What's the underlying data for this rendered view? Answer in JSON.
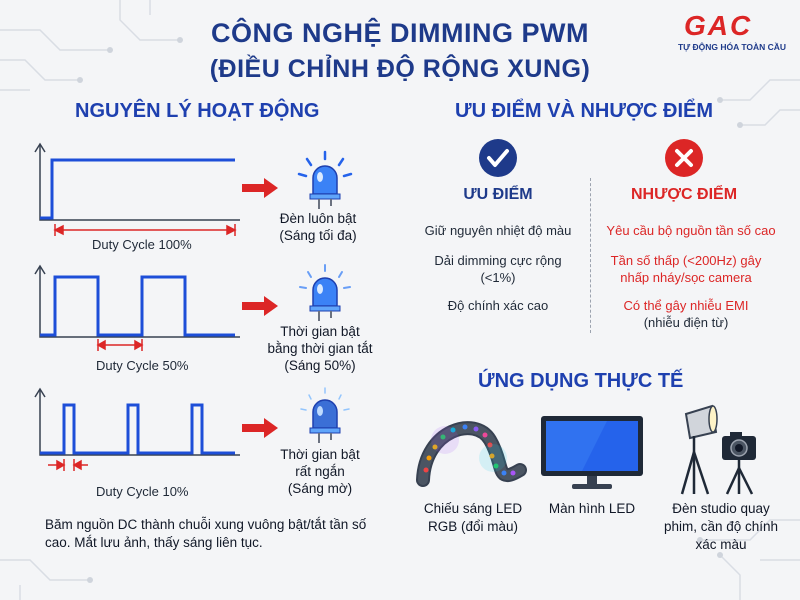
{
  "title": {
    "line1": "CÔNG NGHỆ DIMMING PWM",
    "line2": "(ĐIỀU CHỈNH ĐỘ RỘNG XUNG)"
  },
  "logo": {
    "mark": "GAC",
    "tagline": "TỰ ĐỘNG HÓA TOÀN CẦU"
  },
  "principle": {
    "heading": "NGUYÊN LÝ HOẠT ĐỘNG",
    "rows": [
      {
        "duty_label": "Duty Cycle 100%",
        "duty_percent": 100,
        "led_text": [
          "Đèn luôn bật",
          "(Sáng tối đa)"
        ],
        "brightness": "high"
      },
      {
        "duty_label": "Duty Cycle 50%",
        "duty_percent": 50,
        "led_text": [
          "Thời gian bật",
          "bằng thời gian tắt",
          "(Sáng 50%)"
        ],
        "brightness": "medium"
      },
      {
        "duty_label": "Duty Cycle 10%",
        "duty_percent": 10,
        "led_text": [
          "Thời gian bật",
          "rất ngắn",
          "(Sáng mờ)"
        ],
        "brightness": "low"
      }
    ],
    "description": "Băm nguồn DC thành chuỗi xung vuông bật/tắt tần số cao. Mắt lưu ảnh, thấy sáng liên tục."
  },
  "pros_cons": {
    "heading": "ƯU ĐIỂM VÀ NHƯỢC ĐIỂM",
    "pros": {
      "heading": "ƯU ĐIỂM",
      "icon": "check-icon",
      "items": [
        "Giữ nguyên nhiệt độ màu",
        "Dải dimming cực rộng (<1%)",
        "Độ chính xác cao"
      ]
    },
    "cons": {
      "heading": "NHƯỢC ĐIỂM",
      "icon": "cross-icon",
      "items": [
        {
          "text": "Yêu cầu bộ nguồn tần số cao",
          "sub": ""
        },
        {
          "text": "Tần số thấp (<200Hz) gây nhấp nháy/sọc camera",
          "sub": ""
        },
        {
          "text": "Có thể gây nhiễu EMI",
          "sub": "(nhiễu điện từ)"
        }
      ]
    }
  },
  "applications": {
    "heading": "ỨNG DỤNG THỰC TẾ",
    "items": [
      {
        "icon": "led-strip-icon",
        "label": "Chiếu sáng LED RGB (đổi màu)"
      },
      {
        "icon": "monitor-icon",
        "label": "Màn hình LED"
      },
      {
        "icon": "studio-light-camera-icon",
        "label": "Đèn studio quay phim, cần độ chính xác màu"
      }
    ]
  },
  "colors": {
    "title": "#1e3a8a",
    "heading": "#1e40af",
    "wave": "#1d4ed8",
    "duty_marker": "#dc2626",
    "accent_red": "#dc2626",
    "led_blue": "#2563eb"
  }
}
